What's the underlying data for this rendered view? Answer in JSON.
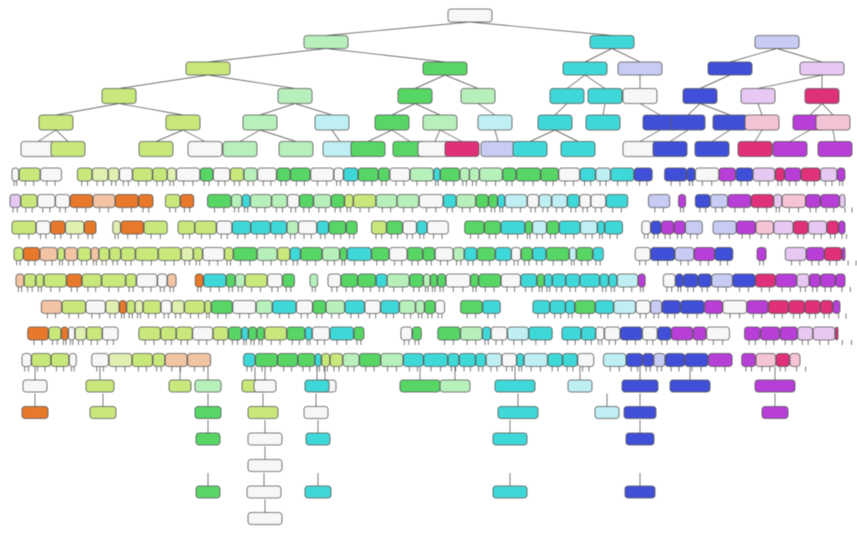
{
  "figure": {
    "type": "decision-tree",
    "max_depth": 19,
    "visible_text": "",
    "class_colors": {
      "orange": "#e8782a",
      "peach": "#f2c4a4",
      "lime": "#c8e87c",
      "light_lime": "#dff0b0",
      "green": "#57d666",
      "light_green": "#b8f0bc",
      "cyan": "#3fd8d8",
      "light_cyan": "#bfeff2",
      "blue": "#3f4fd8",
      "light_blue": "#c8ccf5",
      "violet": "#b83ed8",
      "light_violet": "#e6c8f2",
      "pink": "#e0307a",
      "light_pink": "#f5c3d6",
      "white": "#f7f7f7"
    },
    "edge_color": "#444444",
    "node_border_color": "#555555",
    "regions": [
      {
        "name": "orange-lime-branch",
        "colors": [
          "lime",
          "light_lime",
          "peach",
          "orange",
          "white"
        ]
      },
      {
        "name": "green-branch",
        "colors": [
          "green",
          "light_green",
          "white",
          "cyan"
        ]
      },
      {
        "name": "cyan-branch",
        "colors": [
          "cyan",
          "light_cyan",
          "green",
          "white"
        ]
      },
      {
        "name": "blue-branch",
        "colors": [
          "blue",
          "light_blue",
          "white",
          "violet"
        ]
      },
      {
        "name": "violet-pink-branch",
        "colors": [
          "violet",
          "light_violet",
          "pink",
          "light_pink"
        ]
      }
    ]
  }
}
